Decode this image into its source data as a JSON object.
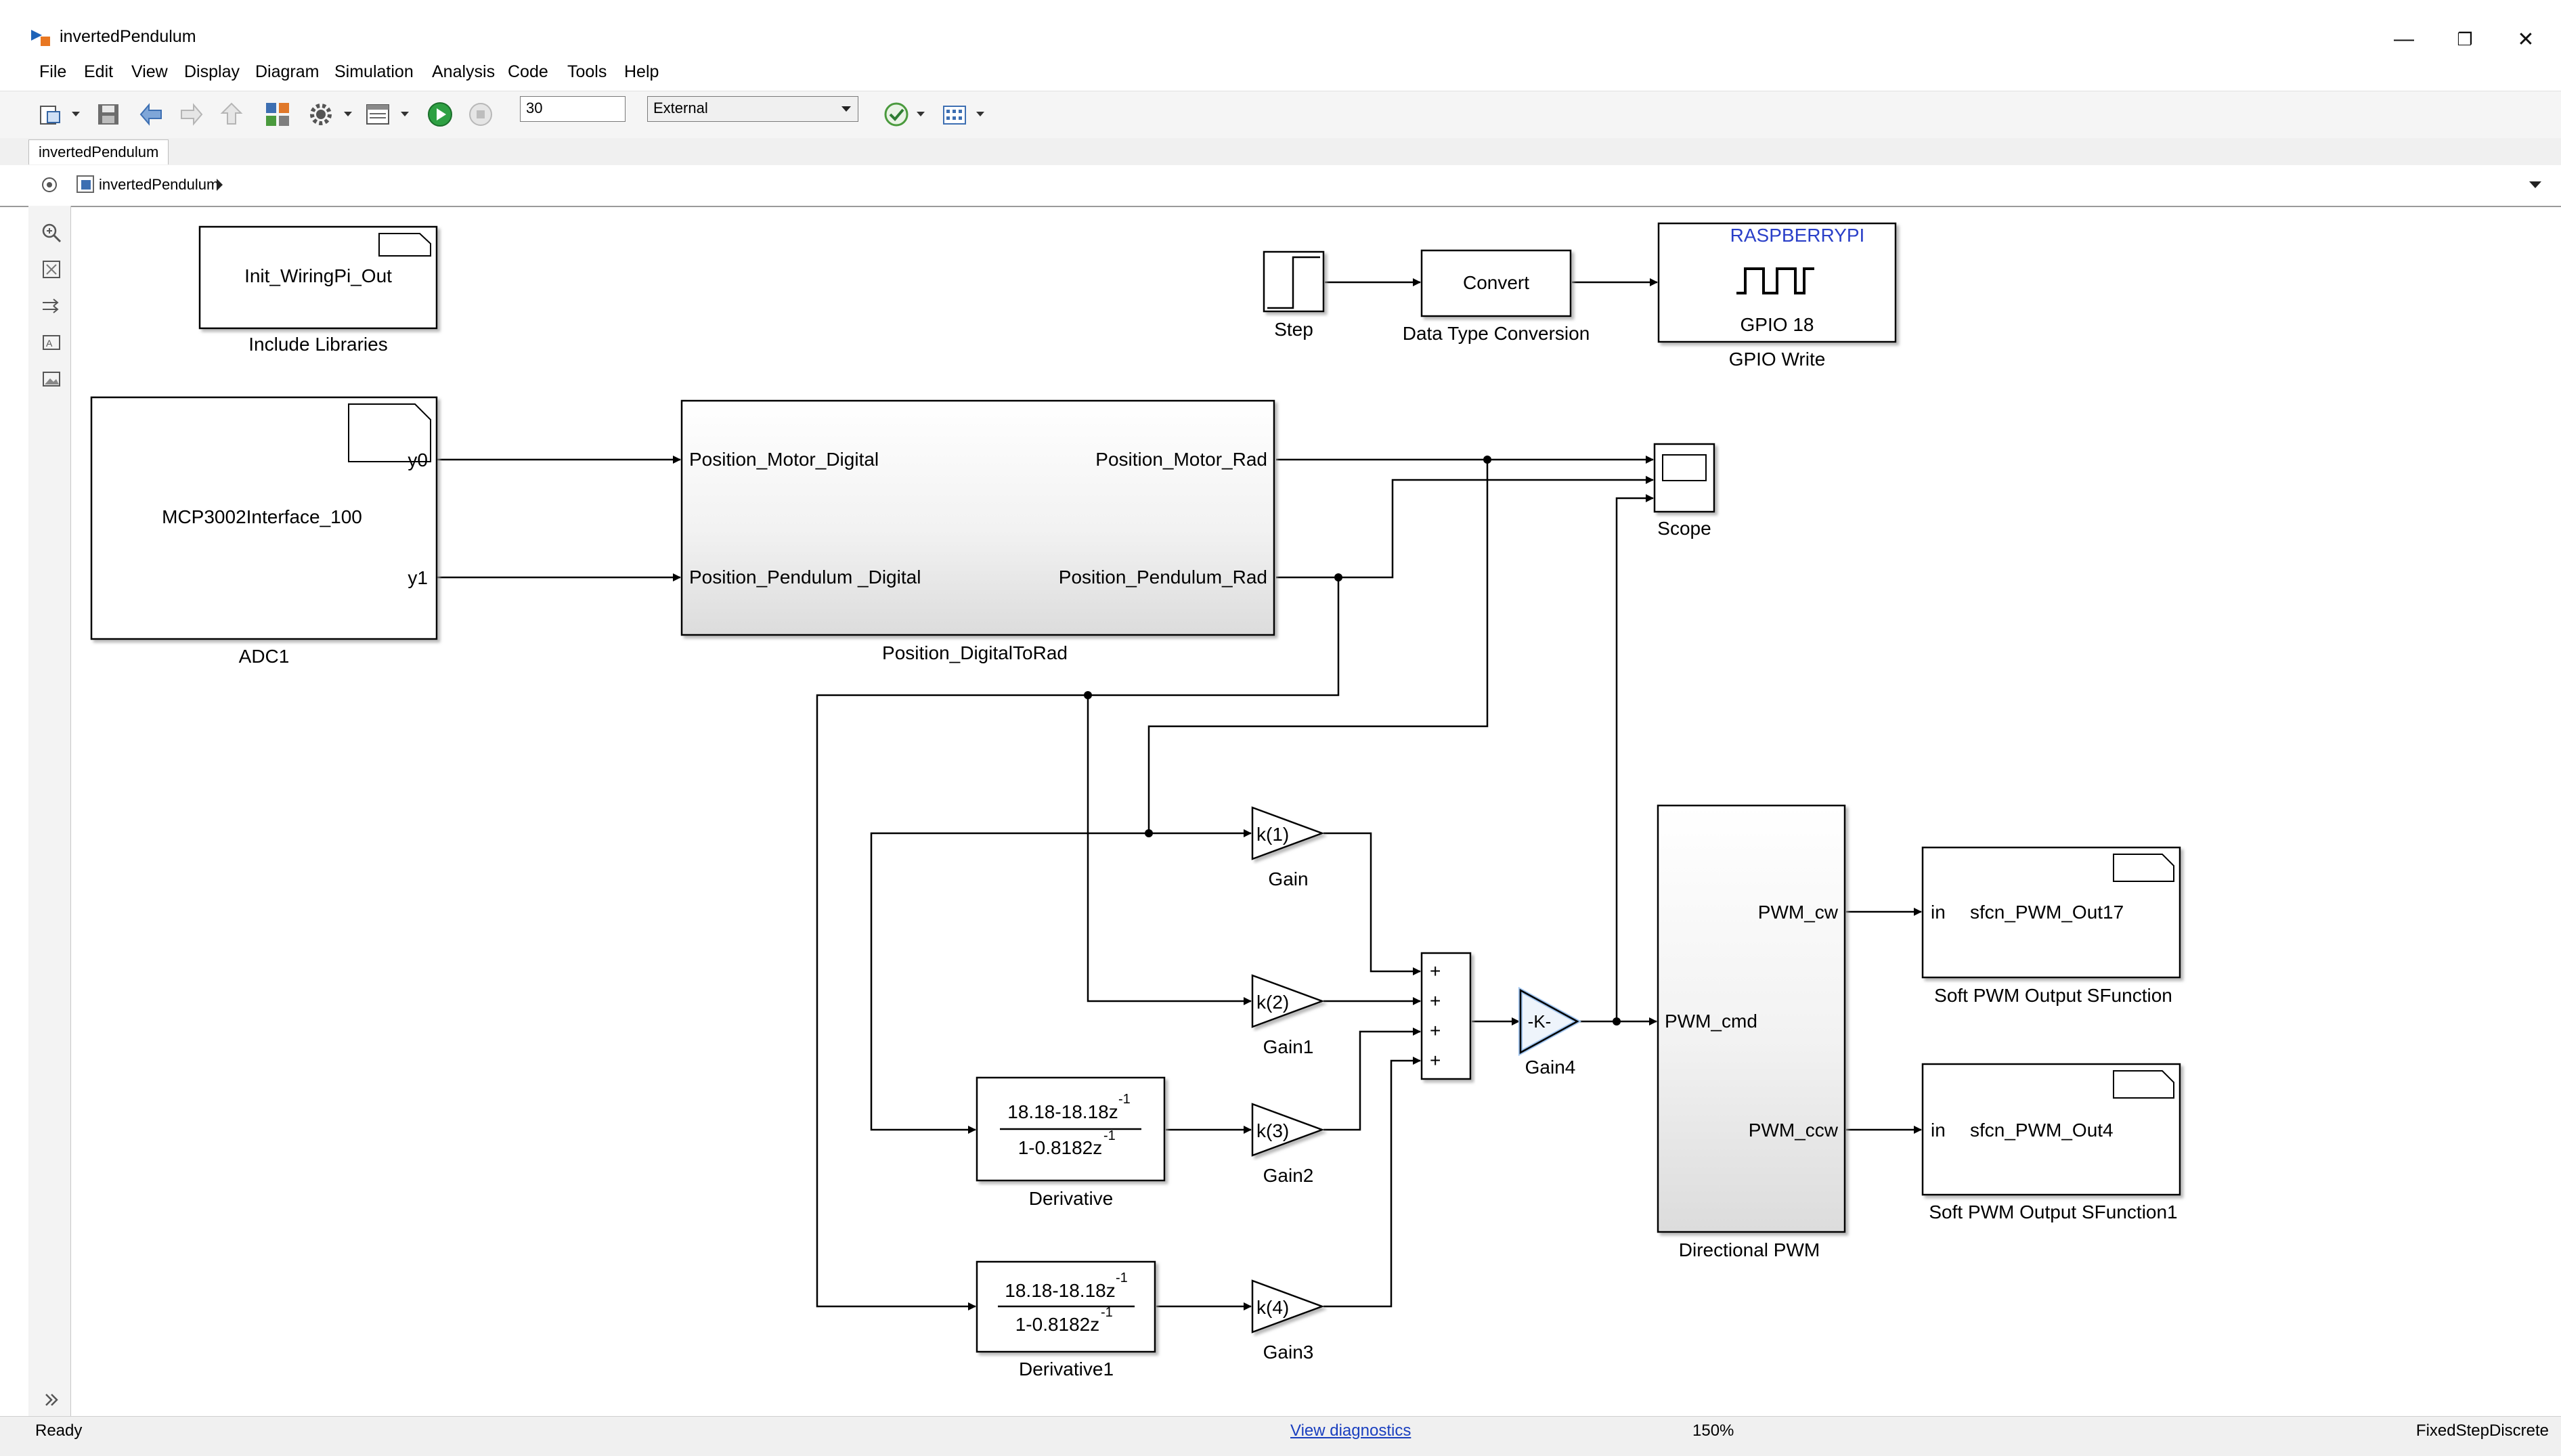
{
  "window": {
    "title": "invertedPendulum",
    "controls": [
      "minimize",
      "restore",
      "close"
    ]
  },
  "menu": [
    "File",
    "Edit",
    "View",
    "Display",
    "Diagram",
    "Simulation",
    "Analysis",
    "Code",
    "Tools",
    "Help"
  ],
  "toolbar": {
    "stop_time": "30",
    "simulation_mode": "External"
  },
  "tab": {
    "label": "invertedPendulum"
  },
  "breadcrumb": {
    "label": "invertedPendulum"
  },
  "blocks": {
    "init_wiringpi": {
      "text": "Init_WiringPi_Out",
      "label": "Include Libraries"
    },
    "step": {
      "label": "Step"
    },
    "convert": {
      "text": "Convert",
      "label": "Data Type Conversion"
    },
    "gpio": {
      "brand": "RASPBERRYPI",
      "pin": "GPIO 18",
      "label": "GPIO Write"
    },
    "adc": {
      "text": "MCP3002Interface_100",
      "port_y0": "y0",
      "port_y1": "y1",
      "label": "ADC1"
    },
    "pos": {
      "in1": "Position_Motor_Digital",
      "in2": "Position_Pendulum _Digital",
      "out1": "Position_Motor_Rad",
      "out2": "Position_Pendulum_Rad",
      "label": "Position_DigitalToRad"
    },
    "scope": {
      "label": "Scope"
    },
    "gain": {
      "text": "k(1)",
      "label": "Gain"
    },
    "gain1": {
      "text": "k(2)",
      "label": "Gain1"
    },
    "gain2": {
      "text": "k(3)",
      "label": "Gain2"
    },
    "gain3": {
      "text": "k(4)",
      "label": "Gain3"
    },
    "gain4": {
      "text": "-K-",
      "label": "Gain4"
    },
    "sum": {
      "signs": [
        "+",
        "+",
        "+",
        "+"
      ]
    },
    "derivative": {
      "num": "18.18-18.18z",
      "den": "1-0.8182z",
      "exp": "-1",
      "label": "Derivative"
    },
    "derivative1": {
      "num": "18.18-18.18z",
      "den": "1-0.8182z",
      "exp": "-1",
      "label": "Derivative1"
    },
    "dpwm": {
      "in": "PWM_cmd",
      "out1": "PWM_cw",
      "out2": "PWM_ccw",
      "label": "Directional PWM"
    },
    "sfcn17": {
      "port": "in",
      "text": "sfcn_PWM_Out17",
      "label": "Soft PWM Output SFunction"
    },
    "sfcn4": {
      "port": "in",
      "text": "sfcn_PWM_Out4",
      "label": "Soft PWM Output SFunction1"
    }
  },
  "status": {
    "text": "Ready",
    "diagnostics": "View diagnostics",
    "zoom": "150%",
    "solver": "FixedStepDiscrete"
  },
  "colors": {
    "gpio_brand": "#2a3fc8",
    "link": "#1a3fbf",
    "selected_block": "#9ec3ee",
    "run_green": "#2ea043"
  }
}
